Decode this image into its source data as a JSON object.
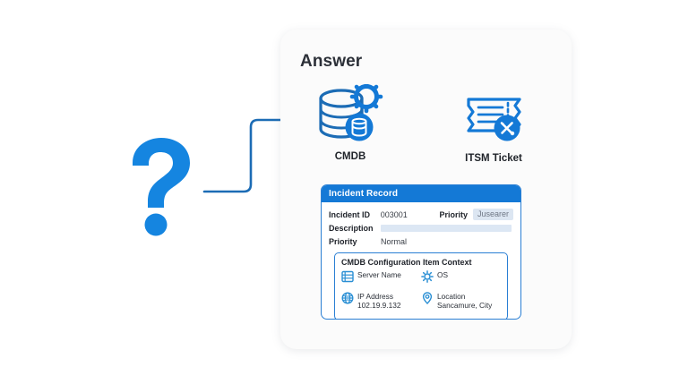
{
  "card": {
    "title": "Answer"
  },
  "nodes": [
    {
      "id": "cmdb",
      "label": "CMDB",
      "icon": "database-gear-icon"
    },
    {
      "id": "itsm",
      "label": "ITSM Ticket",
      "icon": "ticket-tools-icon"
    }
  ],
  "question": {
    "glyph": "?",
    "icon": "question-mark-icon"
  },
  "incident_record": {
    "header": "Incident Record",
    "fields": {
      "incident_id_label": "Incident ID",
      "incident_id_value": "003001",
      "priority_top_label": "Priority",
      "priority_badge": "Jusearer",
      "description_label": "Description",
      "description_value": "",
      "priority_label": "Priority",
      "priority_value": "Normal"
    },
    "context": {
      "title": "CMDB Configuration Item Context",
      "items": [
        {
          "icon": "server-icon",
          "line1": "Server Name",
          "line2": ""
        },
        {
          "icon": "gear-icon",
          "line1": "OS",
          "line2": ""
        },
        {
          "icon": "globe-icon",
          "line1": "IP Address",
          "line2": "102.19.9.132"
        },
        {
          "icon": "location-pin-icon",
          "line1": "Location",
          "line2": "Sancamure, City"
        }
      ]
    }
  },
  "colors": {
    "accent_blue": "#1479d6",
    "deep_blue": "#1c6cb5",
    "question_blue": "#1585e0",
    "card_bg": "#fbfbfb",
    "badge_bg": "#dce6f2",
    "desc_bar": "#dce7f4"
  }
}
